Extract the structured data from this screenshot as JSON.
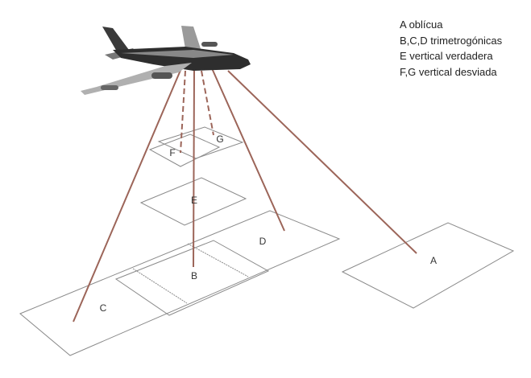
{
  "legend": [
    "A oblícua",
    "B,C,D trimetrogónicas",
    "E vertical verdadera",
    "F,G vertical desviada"
  ],
  "labels": {
    "A": "A",
    "B": "B",
    "C": "C",
    "D": "D",
    "E": "E",
    "F": "F",
    "G": "G"
  },
  "colors": {
    "ray": "#9c6559",
    "frame": "#8a8a8a"
  }
}
